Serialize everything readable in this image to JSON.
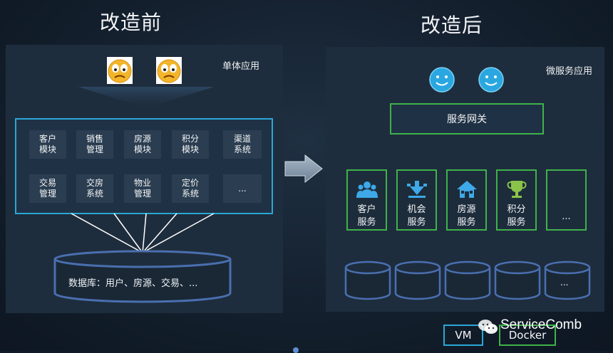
{
  "before": {
    "title": "改造前",
    "panel_label": "单体应用",
    "modules": [
      "客户\n模块",
      "销售\n管理",
      "房源\n模块",
      "积分\n模块",
      "渠道\n系统",
      "交易\n管理",
      "交房\n系统",
      "物业\n管理",
      "定价\n系统",
      "..."
    ],
    "database_label": "数据库：用户、房源、交易、..."
  },
  "after": {
    "title": "改造后",
    "panel_label": "微服务应用",
    "gateway": "服务网关",
    "services": [
      {
        "label": "客户\n服务",
        "icon": "users-icon"
      },
      {
        "label": "机会\n服务",
        "icon": "opportunity-icon"
      },
      {
        "label": "房源\n服务",
        "icon": "house-icon"
      },
      {
        "label": "积分\n服务",
        "icon": "trophy-icon"
      },
      {
        "label": "...",
        "icon": ""
      }
    ],
    "db_last_label": "..."
  },
  "footer": {
    "vm": "VM",
    "docker": "Docker",
    "watermark": "ServiceComb"
  },
  "colors": {
    "cyan_border": "#2aa7d6",
    "green_border": "#3fb24a",
    "db_stroke": "#4a6fb0"
  }
}
